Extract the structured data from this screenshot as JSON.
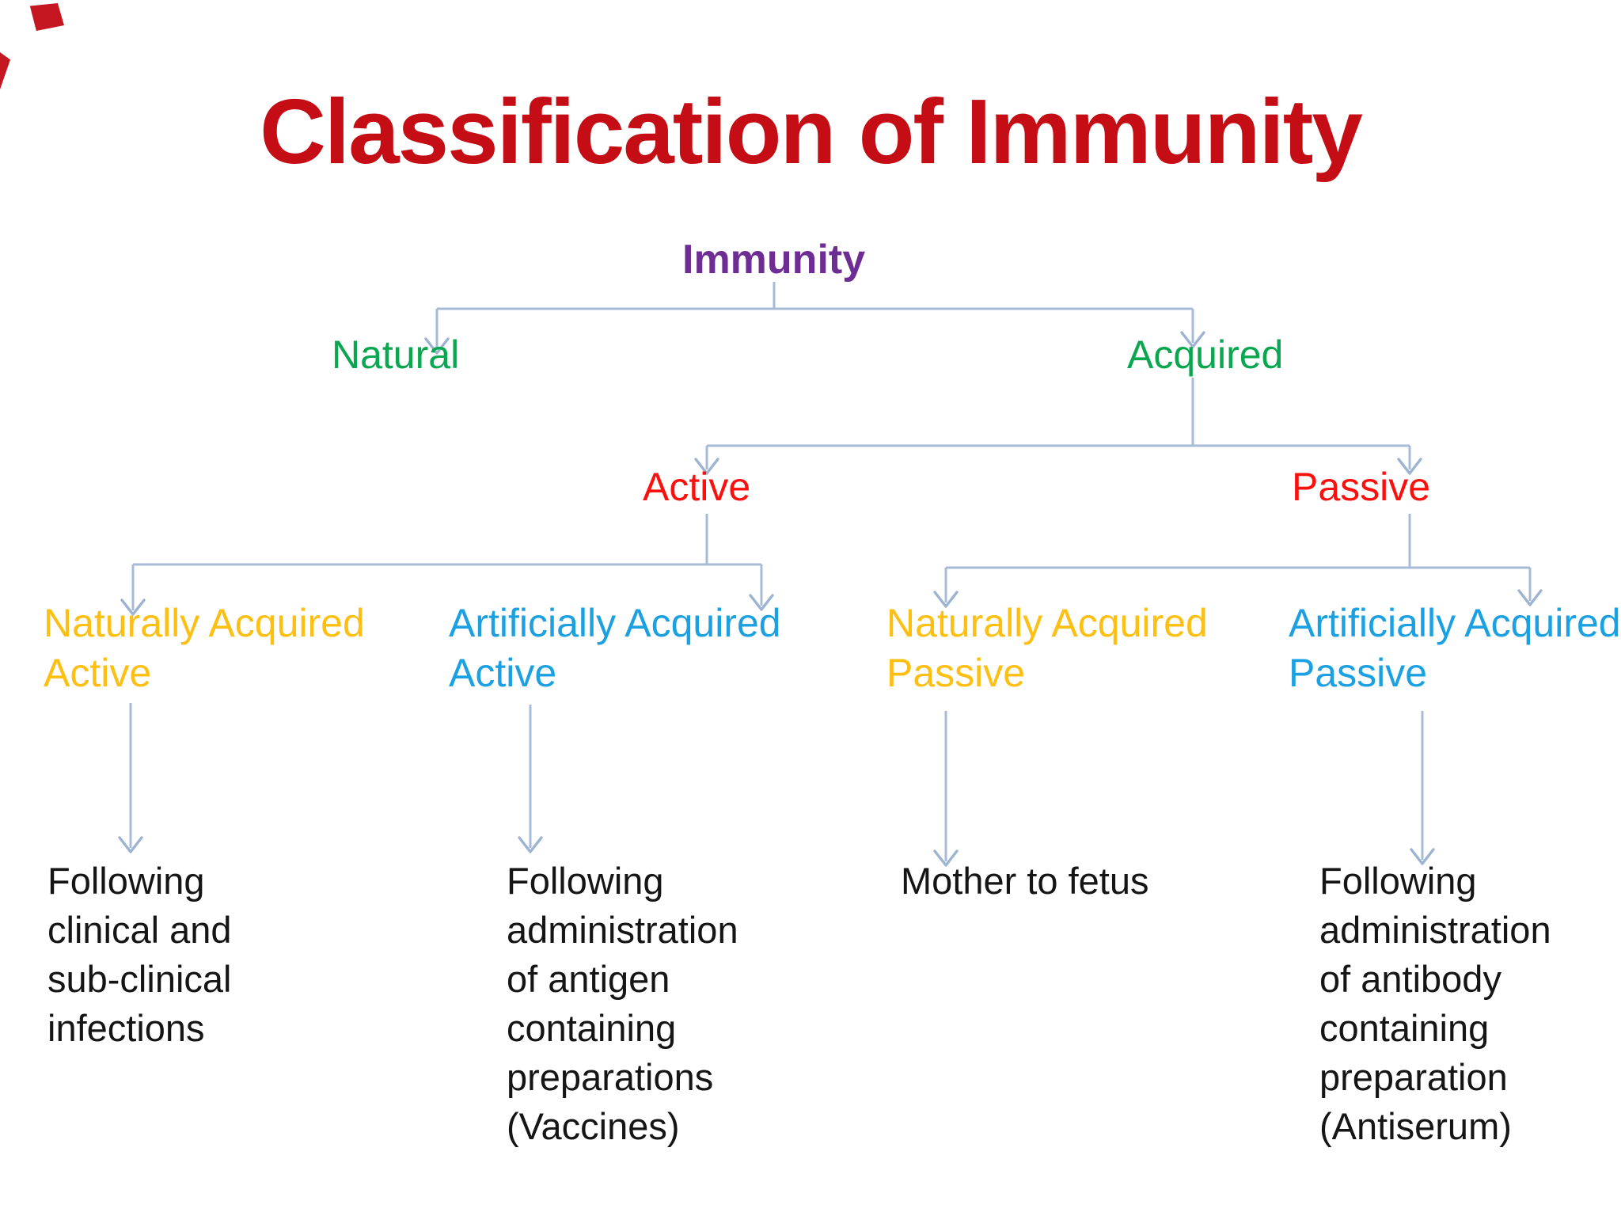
{
  "title": "Classification of Immunity",
  "colors": {
    "title_red": "#c50d15",
    "root_purple": "#6e2d92",
    "level1_green": "#0aa650",
    "level2_red": "#fc100d",
    "natural_yellow": "#fdbf12",
    "artificial_cyan": "#1ba0e1",
    "connector_blue_gray": "#a7bbd7",
    "body_black": "#151515",
    "corner_fragment_red": "#c51722"
  },
  "tree": {
    "root": {
      "label": "Immunity"
    },
    "level1": [
      {
        "label": "Natural"
      },
      {
        "label": "Acquired"
      }
    ],
    "level2": [
      {
        "label": "Active"
      },
      {
        "label": "Passive"
      }
    ],
    "level3": [
      {
        "line1": "Naturally Acquired",
        "line2": "Active"
      },
      {
        "line1": "Artificially Acquired",
        "line2": "Active"
      },
      {
        "line1": "Naturally Acquired",
        "line2": "Passive"
      },
      {
        "line1": "Artificially Acquired",
        "line2": "Passive"
      }
    ],
    "descriptions": [
      {
        "text": "Following\nclinical and\nsub-clinical\ninfections"
      },
      {
        "text": "Following\nadministration\nof antigen\ncontaining\npreparations\n(Vaccines)"
      },
      {
        "text": "Mother to fetus"
      },
      {
        "text": "Following\nadministration\nof antibody\ncontaining\npreparation\n(Antiserum)"
      }
    ]
  }
}
